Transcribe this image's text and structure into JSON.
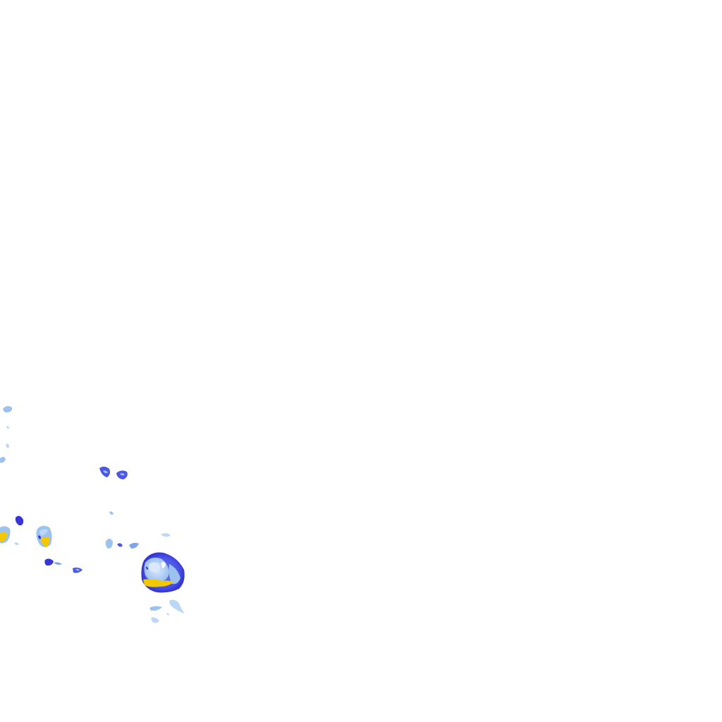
{
  "map": {
    "kind": "weather-radar-precipitation-overlay",
    "background": "#ffffff",
    "intensity_palette": {
      "very_light": "#bcd6f5",
      "light": "#9cc2f0",
      "moderate": "#7fa6ec",
      "heavy": "#4c57e6",
      "very_heavy": "#3535d8",
      "intense": "#f2c800"
    },
    "echo_count": 16,
    "strongest_cell": "southwest-central"
  }
}
